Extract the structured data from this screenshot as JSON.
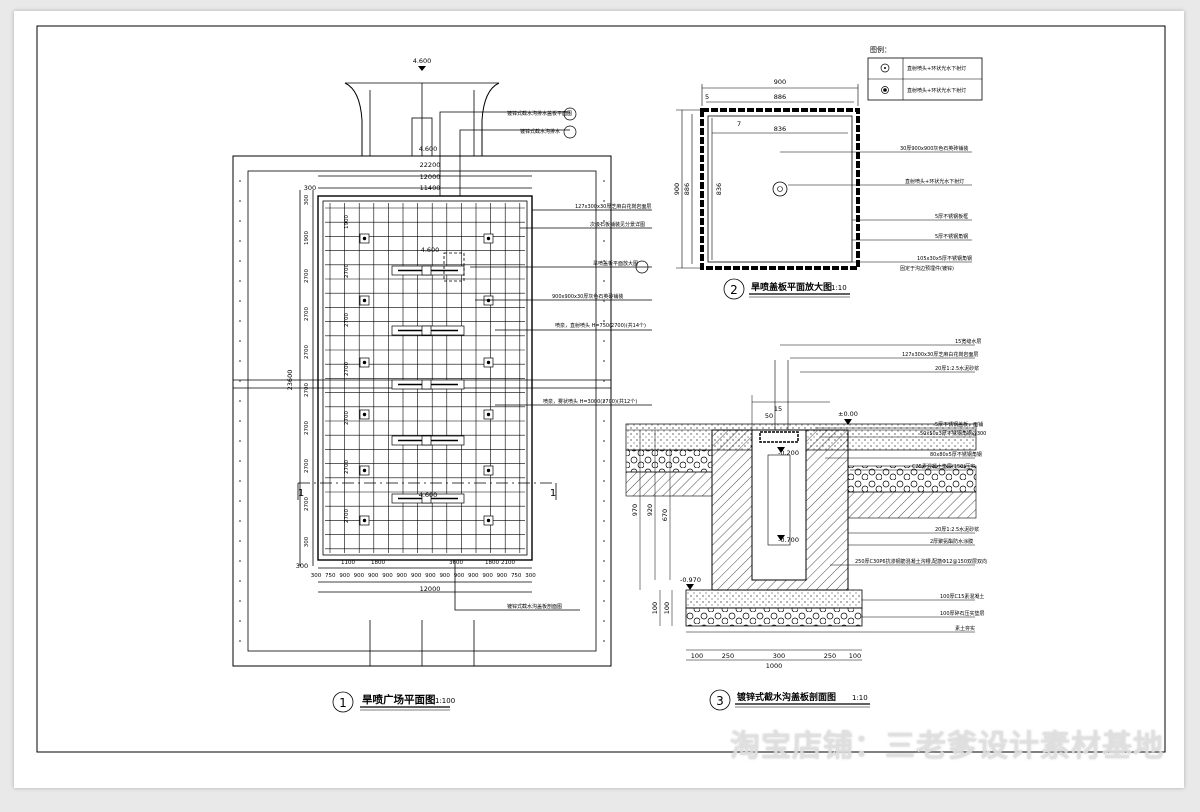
{
  "plan": {
    "elev_top": "4.600",
    "elev_mid": "4.600",
    "elev_inner_a": "4.600",
    "elev_inner_b": "4.600",
    "dim_overall": "22200",
    "dim_outer": "12000",
    "dim_inner": "11400",
    "dim_bottom": "12000",
    "dim_side": "300",
    "dim_left_total": "23600",
    "dim_left_bottom": "300",
    "dims_left": [
      "300",
      "1900",
      "2700",
      "2700",
      "2700",
      "2700",
      "2700",
      "2700",
      "2700",
      "300"
    ],
    "dims_inner_row": [
      "1900",
      "2700",
      "2700",
      "2700",
      "2700",
      "2700",
      "2700"
    ],
    "dims_bottom_row": [
      "300",
      "750",
      "900",
      "900",
      "900",
      "900",
      "900",
      "900",
      "900",
      "900",
      "900",
      "900",
      "900",
      "900",
      "750",
      "300"
    ],
    "dims_bottom_inner": [
      "1100",
      "1800",
      "3600",
      "1800",
      "2100"
    ],
    "section_mark": "1",
    "labels": [
      "镀锌式截水沟排水盖板平面图",
      "镀锌式截水沟排水",
      "127x300x30厚芝麻白花岗岩面层",
      "次级石板铺装见分景详图",
      "旱喷盖板平面放大图",
      "900x900x30厚灰色石英砖铺装",
      "喷泉，直射喷头 H=750(2700)(共14个)",
      "喷泉，雾状喷头 H=3000(2700)(共12个)",
      "镀锌式截水沟盖板剖面图"
    ],
    "title_num": "1",
    "title": "旱喷广场平面图",
    "scale": "1:100"
  },
  "detail2": {
    "dim_top": "900",
    "dim_a": "886",
    "dim_b": "836",
    "dim_c": "7",
    "dim_side_900": "900",
    "dim_side_886": "886",
    "dim_side_836": "836",
    "dim_small": "5",
    "legend_title": "图例：",
    "legend": [
      {
        "symbol": "ring",
        "text": "直射喷头+环状光水下射灯"
      },
      {
        "symbol": "dot",
        "text": "直射喷头+环状光水下射灯"
      }
    ],
    "labels": [
      "30厚900x900灰色石英砖铺装",
      "直射喷头+环状光水下射灯",
      "5厚不锈钢板框",
      "5厚不锈钢角钢",
      "105x30x5厚不锈钢角钢",
      "固定于沟边预埋件(镀锌)"
    ],
    "title_num": "2",
    "title": "旱喷盖板平面放大图",
    "scale": "1:10"
  },
  "detail3": {
    "labels": [
      "15宽缝水层",
      "127x300x30厚芝麻白花岗岩面层",
      "20厚1:2.5水泥砂浆",
      "5厚不锈钢盖板，面铺",
      "50x50x3厚不锈钢角钢@300",
      "80x80x5厚不锈钢角钢",
      "C25素混凝土垫层(150)压实",
      "20厚1:2.5水泥砂浆",
      "2厚聚氨酯防水涂膜",
      "250厚C30P6抗渗钢筋混凝土沟槽,配筋Φ12@150双层双向",
      "100厚C15素混凝土",
      "100厚碎石压实垫层",
      "素土夯实"
    ],
    "elev_0": "±0.00",
    "elev_200": "-0.200",
    "elev_700": "-0.700",
    "elev_970": "-0.970",
    "dim_970": "970",
    "dim_920": "920",
    "dim_670": "670",
    "dim_100a": "100",
    "dim_100b": "100",
    "dim_50": "50",
    "dim_top": "15",
    "dims_bottom": [
      "100",
      "250",
      "300",
      "250",
      "100"
    ],
    "dim_total": "1000",
    "title_num": "3",
    "title": "镀锌式截水沟盖板剖面图",
    "scale": "1:10"
  },
  "watermark": "淘宝店铺：三老爹设计素材基地"
}
